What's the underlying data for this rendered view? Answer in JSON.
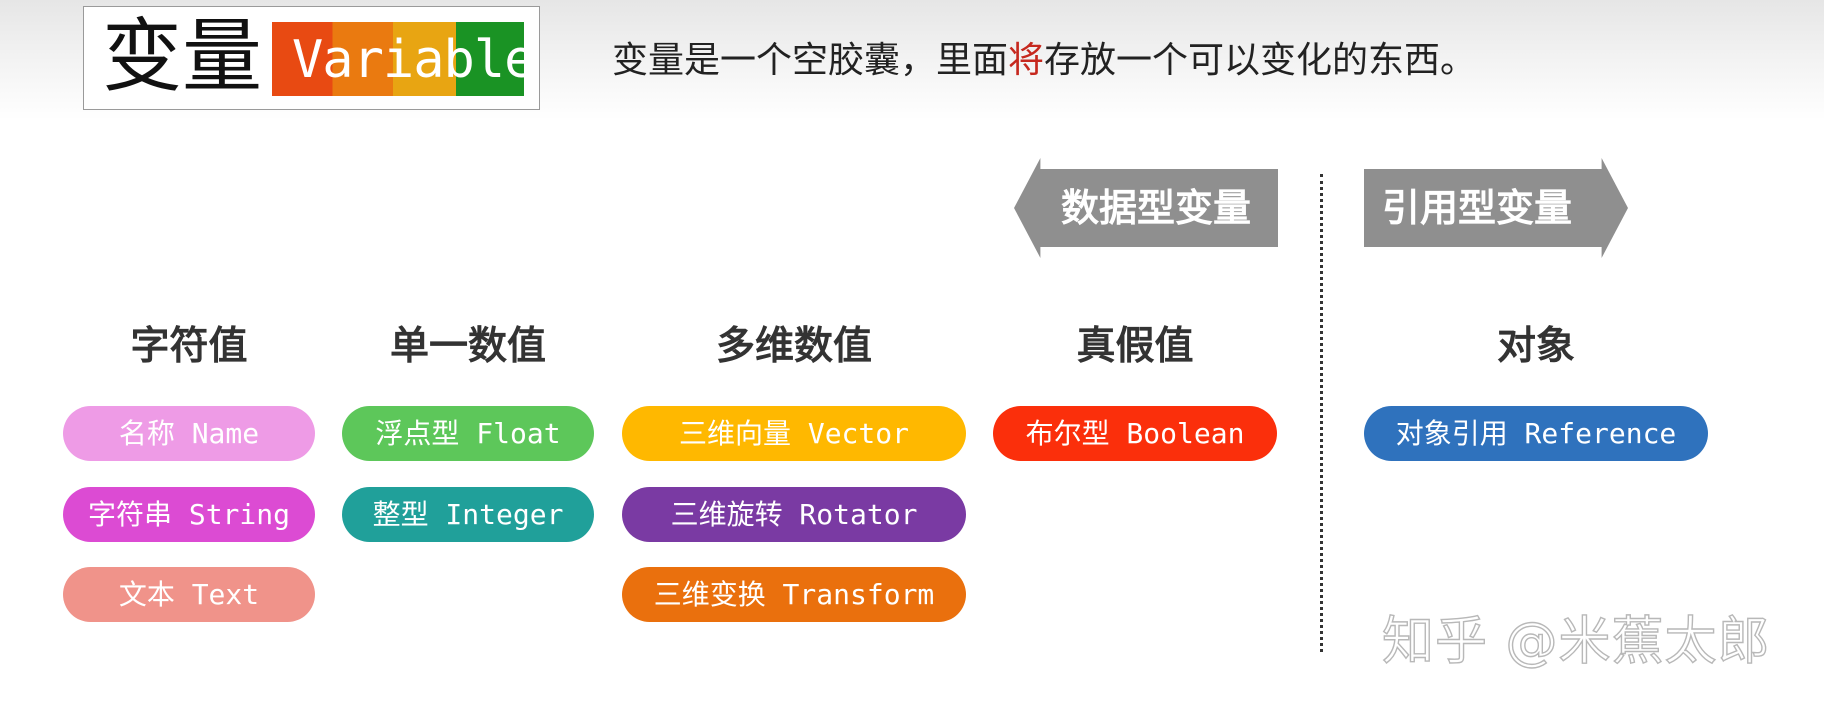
{
  "header": {
    "title_main": "变量",
    "title_band": "Variable",
    "subtitle_before": "变量是一个空胶囊，里面",
    "subtitle_highlight": "将",
    "subtitle_after": "存放一个可以变化的东西。",
    "colors": {
      "highlight": "#c6281e",
      "band": [
        "#e84a12",
        "#ea7a10",
        "#e8a512",
        "#1a9324"
      ]
    }
  },
  "categories": {
    "value_type": "数据型变量",
    "reference_type": "引用型变量"
  },
  "columns": [
    {
      "heading": "字符值",
      "items": [
        {
          "label": "名称 Name",
          "color": "#ee9be6"
        },
        {
          "label": "字符串 String",
          "color": "#dc4bd3"
        },
        {
          "label": "文本 Text",
          "color": "#f0938a"
        }
      ]
    },
    {
      "heading": "单一数值",
      "items": [
        {
          "label": "浮点型 Float",
          "color": "#5dc75a"
        },
        {
          "label": "整型 Integer",
          "color": "#20a09a"
        }
      ]
    },
    {
      "heading": "多维数值",
      "items": [
        {
          "label": "三维向量 Vector",
          "color": "#ffb800"
        },
        {
          "label": "三维旋转 Rotator",
          "color": "#7a3aa3"
        },
        {
          "label": "三维变换 Transform",
          "color": "#ea700d"
        }
      ]
    },
    {
      "heading": "真假值",
      "items": [
        {
          "label": "布尔型 Boolean",
          "color": "#fb2f0b"
        }
      ]
    },
    {
      "heading": "对象",
      "items": [
        {
          "label": "对象引用 Reference",
          "color": "#2f72bd"
        }
      ]
    }
  ],
  "watermark": "知乎 @米蕉太郎"
}
